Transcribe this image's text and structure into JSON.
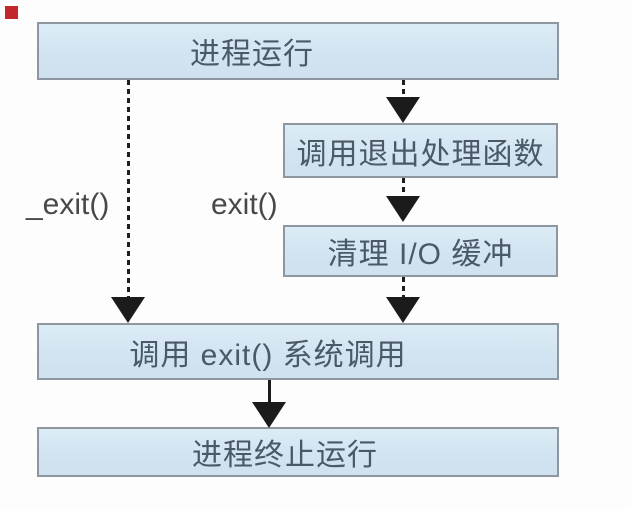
{
  "diagram": {
    "title_implicit": "process termination flow",
    "colors": {
      "node_fill": "#d2e4f1",
      "node_border": "#8e979f",
      "node_text": "#4b5866",
      "edge_label_text": "#484848",
      "arrow": "#1b1b1b",
      "corner_marker": "#c4272b",
      "background": "#fdfdfe"
    },
    "nodes": [
      {
        "id": "process-running",
        "label": "进程运行"
      },
      {
        "id": "call-exit-handlers",
        "label": "调用退出处理函数"
      },
      {
        "id": "flush-io-buffers",
        "label": "清理 I/O 缓冲"
      },
      {
        "id": "call-exit-syscall",
        "label": "调用 exit() 系统调用"
      },
      {
        "id": "process-terminated",
        "label": "进程终止运行"
      }
    ],
    "edge_labels": [
      {
        "id": "underscore-exit",
        "text": "_exit()"
      },
      {
        "id": "exit",
        "text": "exit()"
      }
    ]
  }
}
